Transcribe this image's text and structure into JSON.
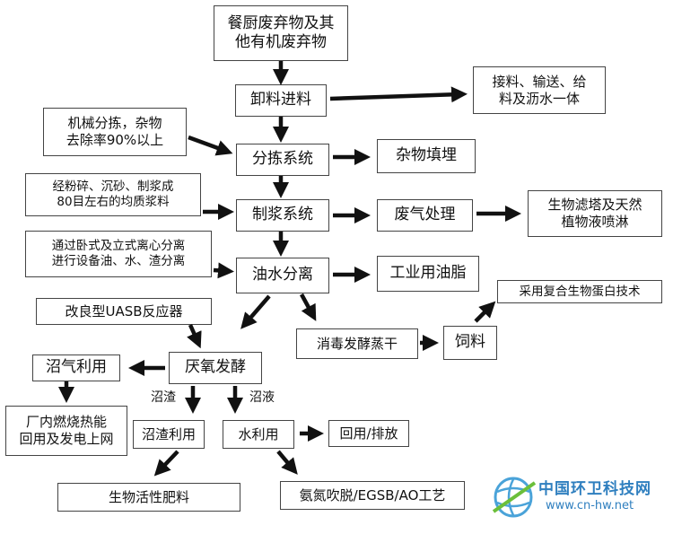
{
  "nodes": {
    "kitchen_waste": "餐厨废弃物及其\n他有机废弃物",
    "unloading": "卸料进料",
    "integrated": "接料、输送、给\n料及沥水一体",
    "sorting_note": "机械分拣，杂物\n去除率90%以上",
    "sorting": "分拣系统",
    "landfill": "杂物填埋",
    "pulping_note": "经粉碎、沉砂、制浆成\n80目左右的均质浆料",
    "pulping": "制浆系统",
    "gas_treatment": "废气处理",
    "biofilter": "生物滤塔及天然\n植物液喷淋",
    "separation_note": "通过卧式及立式离心分离\n进行设备油、水、渣分离",
    "oil_water": "油水分离",
    "industrial_oil": "工业用油脂",
    "protein_tech": "采用复合生物蛋白技术",
    "uasb": "改良型UASB反应器",
    "sterilize": "消毒发酵蒸干",
    "feed": "饲料",
    "biogas_use": "沼气利用",
    "anaerobic": "厌氧发酵",
    "plant_use": "厂内燃烧热能\n回用及发电上网",
    "residue_use": "沼渣利用",
    "water_use": "水利用",
    "reuse": "回用/排放",
    "fertilizer": "生物活性肥料",
    "ammonia": "氨氮吹脱/EGSB/AO工艺"
  },
  "labels": {
    "residue": "沼渣",
    "liquid": "沼液"
  },
  "watermark": {
    "title": "中国环卫科技网",
    "url": "www.cn-hw.net"
  }
}
